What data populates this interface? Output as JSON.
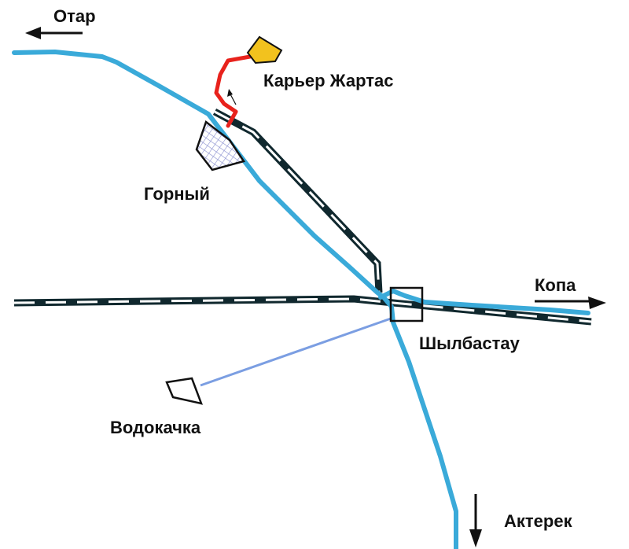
{
  "labels": {
    "otar": "Отар",
    "karier": "Карьер Жартас",
    "gorny": "Горный",
    "kopa": "Копа",
    "shylbastau": "Шылбастау",
    "vodokachka": "Водокачка",
    "akterek": "Актерек"
  },
  "colors": {
    "road": "#3aaad9",
    "railway": "#10282e",
    "railway_dash": "#ffffff",
    "haul_road": "#e8221c",
    "quarry": "#f2c21e",
    "pipeline": "#7b9ee2",
    "settlement_hatch": "#8a90d0",
    "outline": "#111111"
  }
}
